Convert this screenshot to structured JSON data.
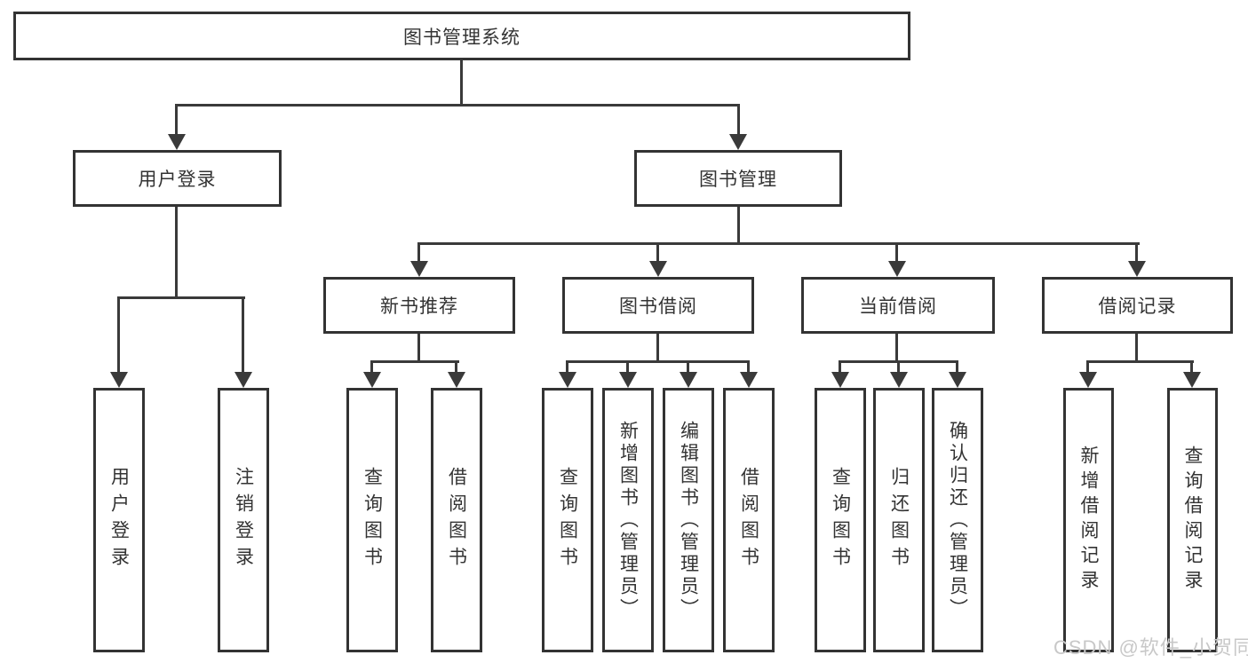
{
  "diagram": {
    "root": {
      "label": "图书管理系统"
    },
    "level1": [
      {
        "label": "用户登录"
      },
      {
        "label": "图书管理"
      }
    ],
    "level2": [
      {
        "label": "新书推荐"
      },
      {
        "label": "图书借阅"
      },
      {
        "label": "当前借阅"
      },
      {
        "label": "借阅记录"
      }
    ],
    "leaves": {
      "user_login": [
        {
          "label": "用户登录"
        },
        {
          "label": "注销登录"
        }
      ],
      "new_book_recommend": [
        {
          "label": "查询图书"
        },
        {
          "label": "借阅图书"
        }
      ],
      "book_borrow": [
        {
          "label": "查询图书"
        },
        {
          "label": "新增图书（管理员）"
        },
        {
          "label": "编辑图书（管理员）"
        },
        {
          "label": "借阅图书"
        }
      ],
      "current_borrow": [
        {
          "label": "查询图书"
        },
        {
          "label": "归还图书"
        },
        {
          "label": "确认归还（管理员）"
        }
      ],
      "borrow_records": [
        {
          "label": "新增借阅记录"
        },
        {
          "label": "查询借阅记录"
        }
      ]
    }
  },
  "watermark": {
    "text": "CSDN @软件_小贺同学",
    "color": "#c8c8c8"
  },
  "colors": {
    "line": "#3a3a3a",
    "border": "#333333",
    "text": "#333333",
    "background": "#ffffff"
  }
}
